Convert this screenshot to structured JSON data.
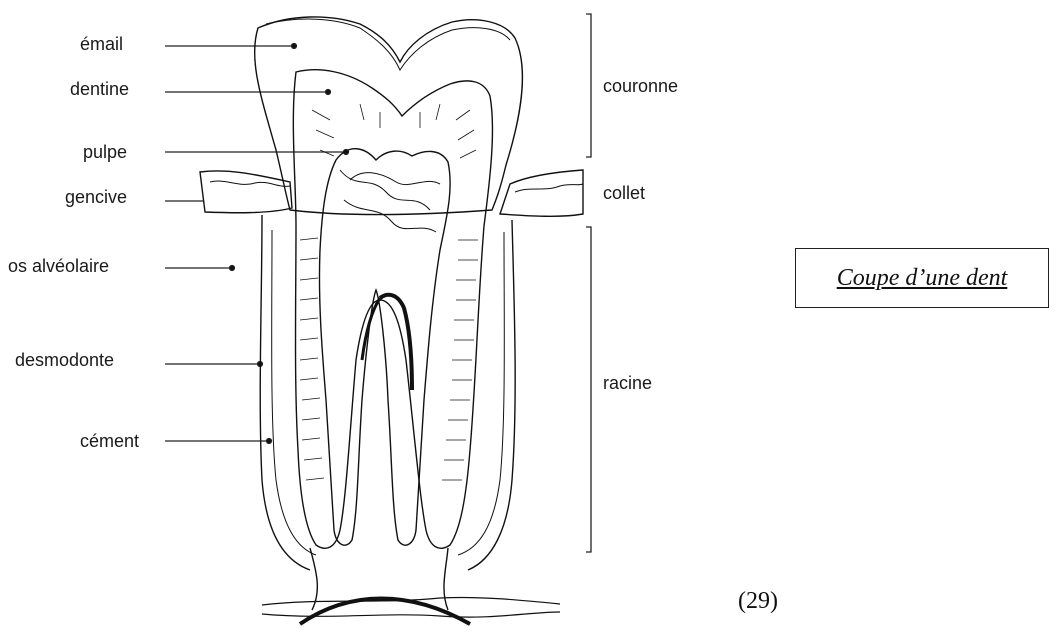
{
  "labels": {
    "email": "émail",
    "dentine": "dentine",
    "pulpe": "pulpe",
    "gencive": "gencive",
    "os_alveolaire": "os alvéolaire",
    "desmodonte": "desmodonte",
    "cement": "cément",
    "couronne": "couronne",
    "collet": "collet",
    "racine": "racine"
  },
  "caption": "Coupe d’une dent",
  "figure_number": "(29)"
}
